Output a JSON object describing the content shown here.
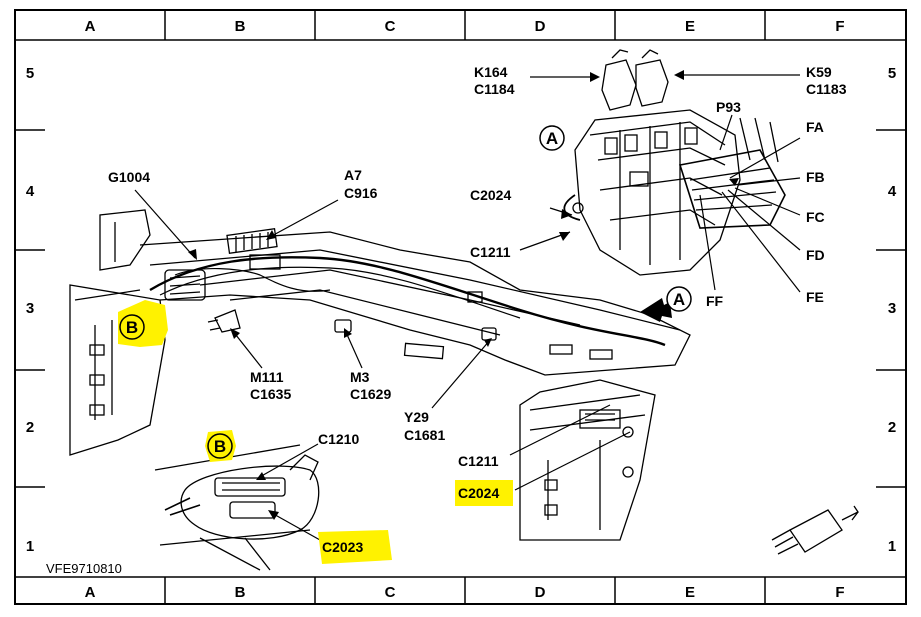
{
  "grid": {
    "columns": [
      "A",
      "B",
      "C",
      "D",
      "E",
      "F"
    ],
    "rows": [
      "5",
      "4",
      "3",
      "2",
      "1"
    ]
  },
  "callouts": {
    "k164": "K164",
    "c1184": "C1184",
    "k59": "K59",
    "c1183": "C1183",
    "p93": "P93",
    "fa": "FA",
    "fb": "FB",
    "fc": "FC",
    "fd": "FD",
    "fe": "FE",
    "ff": "FF",
    "g1004": "G1004",
    "a7": "A7",
    "c916": "C916",
    "c2024_top": "C2024",
    "c1211_top": "C1211",
    "m111": "M111",
    "c1635": "C1635",
    "m3": "M3",
    "c1629": "C1629",
    "y29": "Y29",
    "c1681": "C1681",
    "c1210": "C1210",
    "c1211_bottom": "C1211",
    "c2024_bottom": "C2024",
    "c2023": "C2023"
  },
  "badges": {
    "a_top": "A",
    "a_arrow": "A",
    "b_left": "B",
    "b_detail": "B"
  },
  "footer": {
    "figure_code": "VFE9710810"
  },
  "colors": {
    "highlight": "#fff200",
    "ink": "#000000"
  }
}
